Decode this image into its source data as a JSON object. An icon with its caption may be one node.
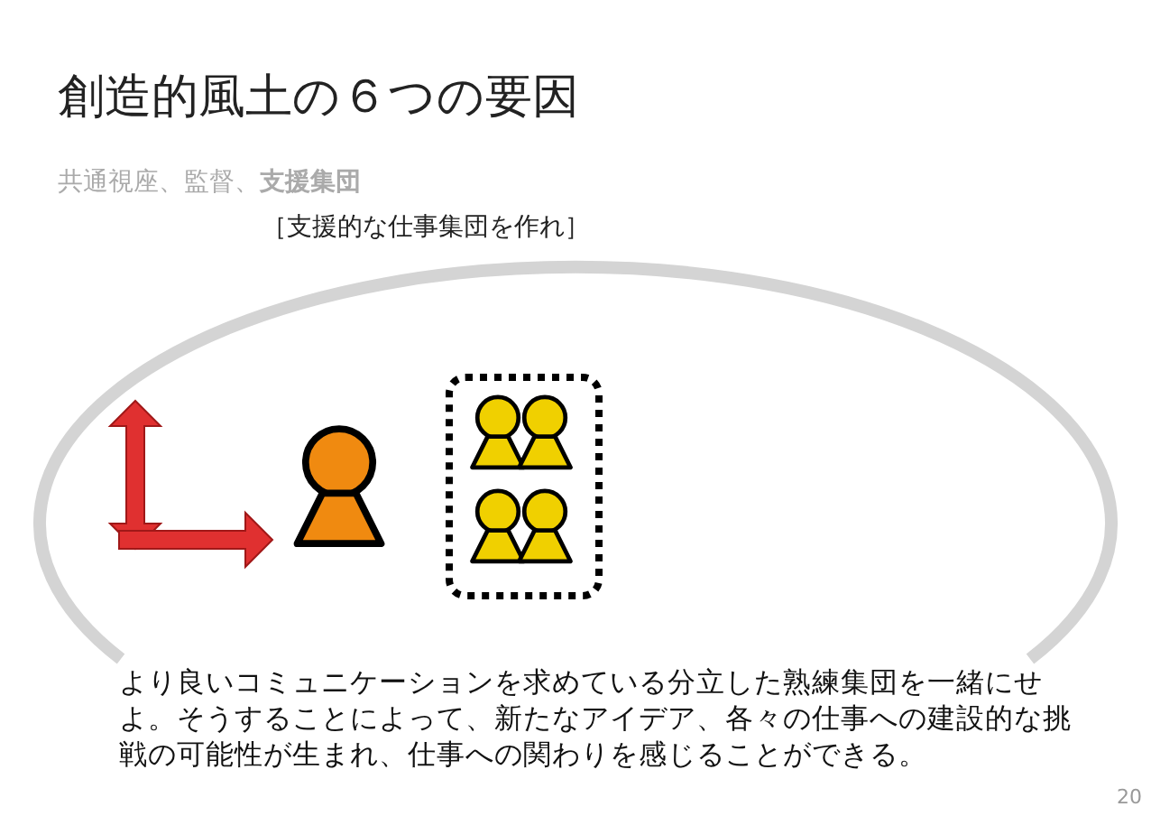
{
  "diagram": {
    "title": "創造的風土の６つの要因",
    "labels": [
      "共通視座、監督、**支援集団**",
      "［支援的な仕事集団を作れ］",
      "より良いコミュニケーションを求めている分立した熟練集団を一緒にせよ。そうすることによって、新たなアイデア、各々の仕事への建設的な挑戦の可能性が生まれ、仕事への関わりを感じることができる。",
      "20"
    ]
  }
}
